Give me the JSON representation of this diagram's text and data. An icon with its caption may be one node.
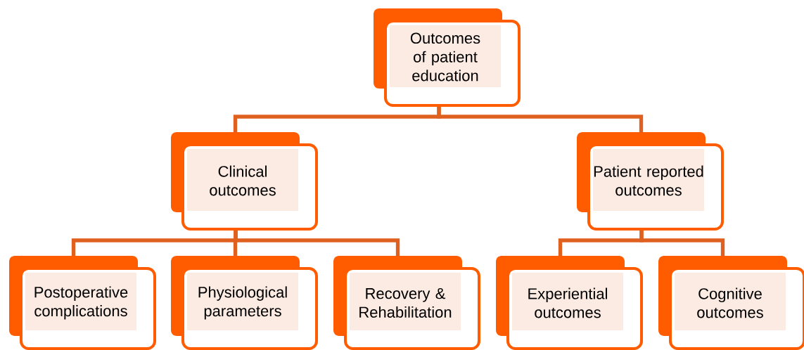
{
  "diagram": {
    "nodes": [
      {
        "text": [
          "Outcomes of patient education"
        ]
      },
      {
        "text": [
          "Clinical outcomes"
        ]
      },
      {
        "text": [
          "Patient reported outcomes"
        ]
      },
      {
        "text": [
          "Postoperative complications"
        ]
      },
      {
        "text": [
          "Physiological parameters"
        ]
      },
      {
        "text": [
          "Recovery & Rehabilitation"
        ]
      },
      {
        "text": [
          "Experiential outcomes"
        ]
      },
      {
        "text": [
          "Cognitive outcomes"
        ]
      }
    ],
    "edges": [
      {
        "from": 0,
        "to": 1,
        "arrow": "none"
      },
      {
        "from": 0,
        "to": 2,
        "arrow": "none"
      },
      {
        "from": 1,
        "to": 3,
        "arrow": "none"
      },
      {
        "from": 1,
        "to": 4,
        "arrow": "none"
      },
      {
        "from": 1,
        "to": 5,
        "arrow": "none"
      },
      {
        "from": 2,
        "to": 6,
        "arrow": "none"
      },
      {
        "from": 2,
        "to": 7,
        "arrow": "none"
      }
    ]
  }
}
